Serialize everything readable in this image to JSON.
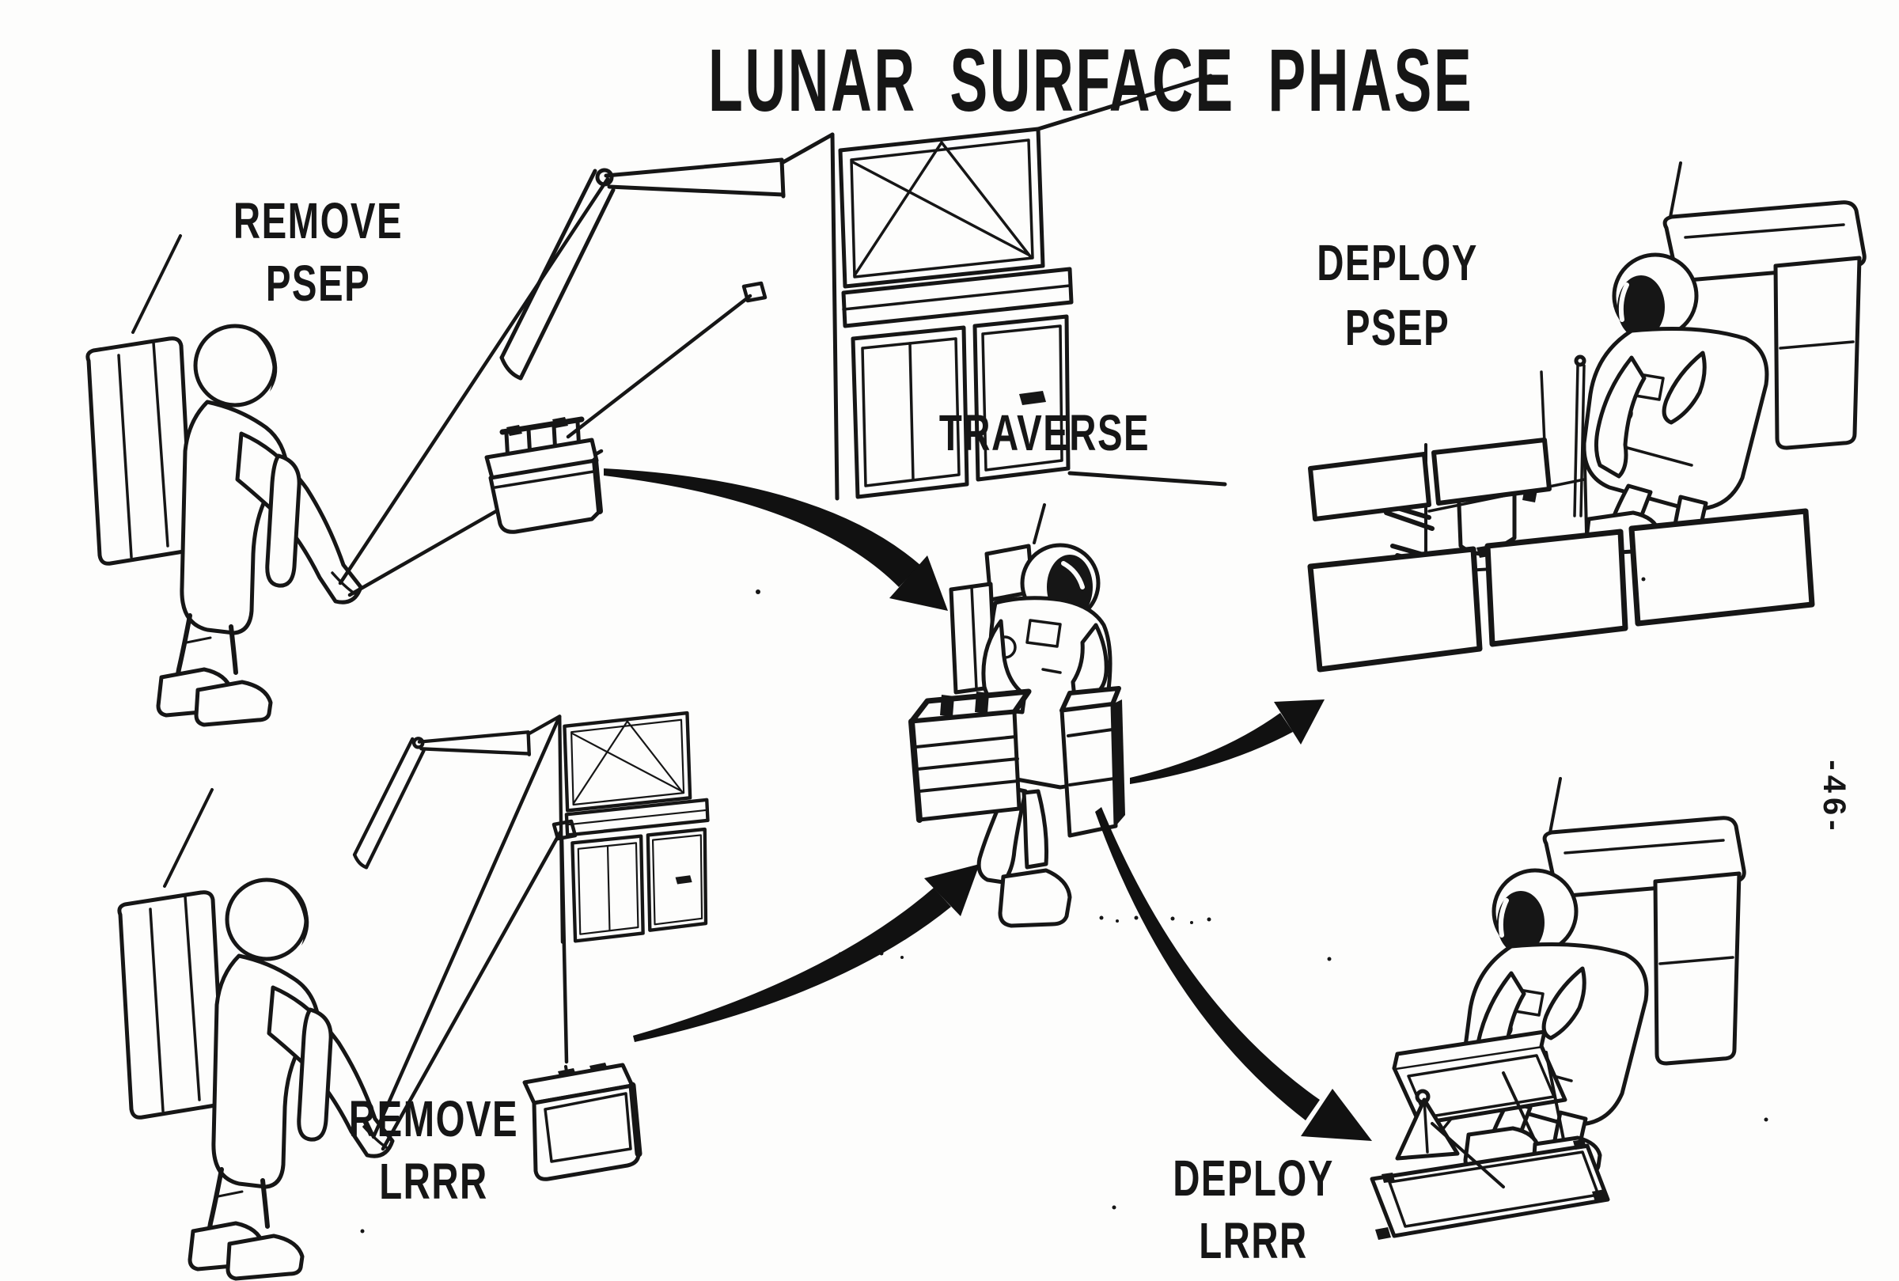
{
  "page": {
    "background_color": "#fdfdfc",
    "ink_color": "#161616",
    "kind": "scanned mission diagram"
  },
  "labels": {
    "title": "LUNAR SURFACE PHASE",
    "page_number": "-46-",
    "remove_psep": {
      "line1": "REMOVE",
      "line2": "PSEP"
    },
    "traverse": {
      "line1": "TRAVERSE"
    },
    "deploy_psep": {
      "line1": "DEPLOY",
      "line2": "PSEP"
    },
    "remove_lrrr": {
      "line1": "REMOVE",
      "line2": "LRRR"
    },
    "deploy_lrrr": {
      "line1": "DEPLOY",
      "line2": "LRRR"
    }
  },
  "flow_arrows": [
    {
      "from": "remove-psep",
      "to": "traverse"
    },
    {
      "from": "remove-lrrr",
      "to": "traverse"
    },
    {
      "from": "traverse",
      "to": "deploy-psep"
    },
    {
      "from": "traverse",
      "to": "deploy-lrrr"
    }
  ]
}
